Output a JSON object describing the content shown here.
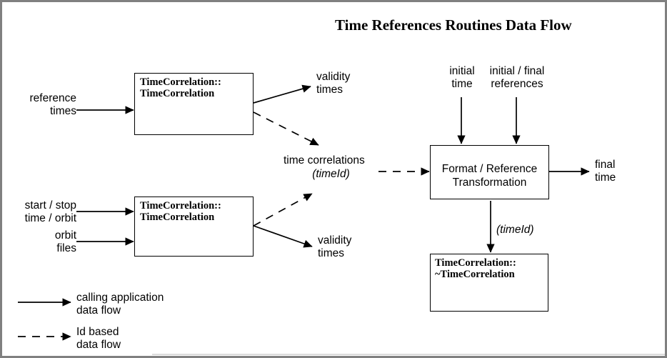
{
  "title": "Time References Routines Data Flow",
  "boxes": {
    "constructor1": {
      "line1": "TimeCorrelation::",
      "line2": "TimeCorrelation"
    },
    "constructor2": {
      "line1": "TimeCorrelation::",
      "line2": "TimeCorrelation"
    },
    "transform": {
      "line1": "Format / Reference",
      "line2": "Transformation"
    },
    "destructor": {
      "line1": "TimeCorrelation::",
      "line2": "~TimeCorrelation"
    }
  },
  "labels": {
    "reference_times": "reference\ntimes",
    "validity_times_top": "validity\ntimes",
    "start_stop": "start / stop\ntime / orbit",
    "orbit_files": "orbit\nfiles",
    "validity_times_bot": "validity\ntimes",
    "time_correlations": "time correlations",
    "time_correlations_id": "(timeId)",
    "initial_time": "initial\ntime",
    "initial_final_refs": "initial / final\nreferences",
    "final_time": "final\ntime",
    "destructor_id": "(timeId)"
  },
  "legend": {
    "solid": "calling application\ndata flow",
    "dashed": "Id based\ndata flow"
  },
  "colors": {
    "stroke": "#000000",
    "page_background": "#ffffff",
    "frame": "#808080"
  }
}
